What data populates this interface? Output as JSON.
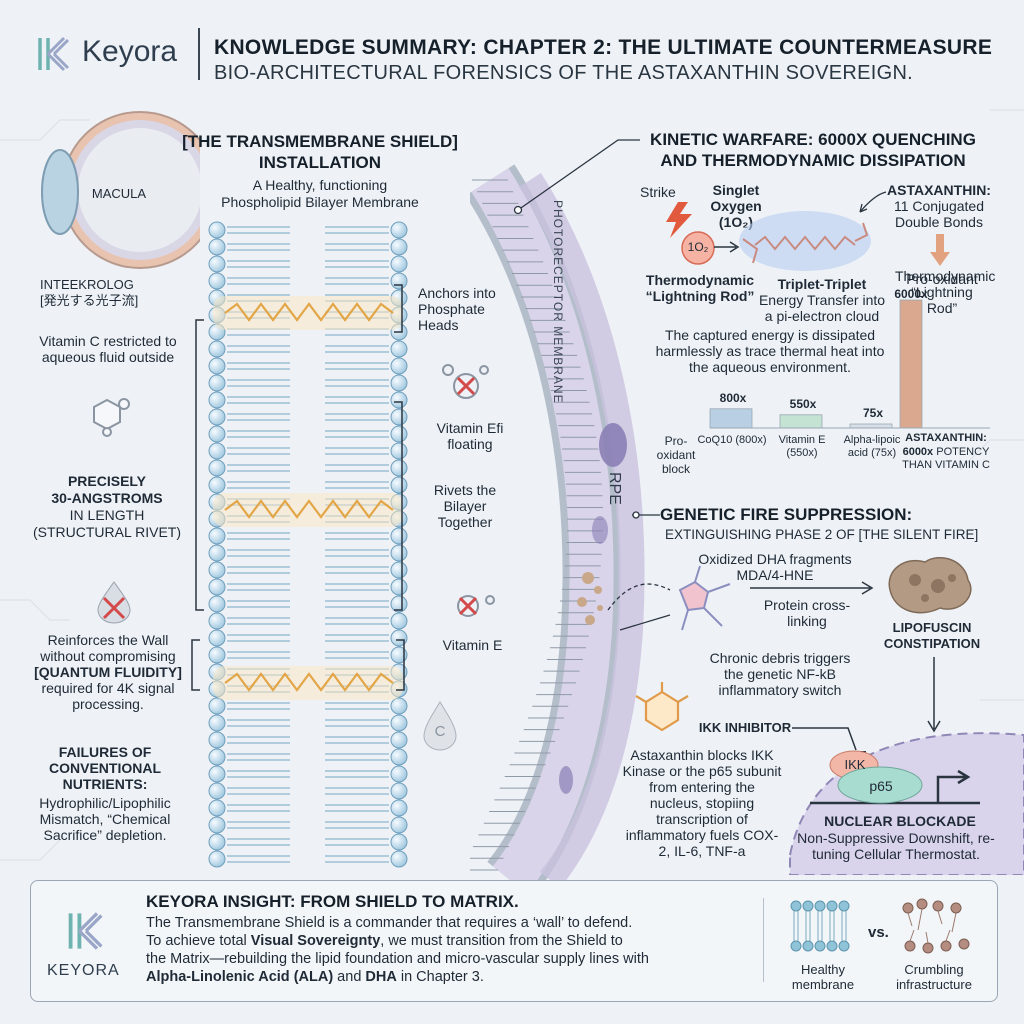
{
  "header": {
    "logo_text": "Keyora",
    "title": "KNOWLEDGE SUMMARY: CHAPTER 2: THE ULTIMATE COUNTERMEASURE",
    "subtitle": "BIO-ARCHITECTURAL FORENSICS OF THE ASTAXANTHIN SOVEREIGN."
  },
  "left": {
    "eye_label": "MACULA",
    "intekrolog": "INTEEKROLOG",
    "japanese": "[発光する光子流]",
    "vitamin_c": "Vitamin C restricted to aqueous fluid outside",
    "precisely_1": "PRECISELY",
    "precisely_2": "30-ANGSTROMS",
    "precisely_3": "IN LENGTH",
    "precisely_4": "(STRUCTURAL RIVET)",
    "reinforces_1": "Reinforces the Wall without compromising",
    "reinforces_2": "[QUANTUM FLUIDITY]",
    "reinforces_3": "required for 4K signal processing.",
    "failures_title": "FAILURES OF CONVENTIONAL NUTRIENTS:",
    "failures_body": "Hydrophilic/Lipophilic Mismatch, “Chemical Sacrifice” depletion."
  },
  "membrane": {
    "title_1": "[THE TRANSMEMBRANE SHIELD]",
    "title_2": "INSTALLATION",
    "subtitle_1": "A Healthy, functioning",
    "subtitle_2": "Phospholipid Bilayer Membrane",
    "anchors": "Anchors into Phosphate Heads",
    "vitamin_e_floating": "Vitamin Eﬁ floating",
    "rivets": "Rivets the Bilayer Together",
    "vitamin_e": "Vitamin E",
    "c_drop": "C"
  },
  "photoreceptor": {
    "membrane_label": "PHOTORECEPTOR MEMBRANE",
    "rpe": "RPE"
  },
  "kinetic": {
    "title_1": "KINETIC WARFARE: 6000X QUENCHING",
    "title_2": "AND THERMODYNAMIC DISSIPATION",
    "strike": "Strike",
    "singlet": "Singlet Oxygen (1O₂)",
    "o2": "1O₂",
    "astax_label": "ASTAXANTHIN:",
    "bonds": "11 Conjugated Double Bonds",
    "thermo": "Thermodynamic “Lightning Rod”",
    "triplet_1": "Triplet-Triplet",
    "triplet_2": "Energy Transfer into a pi-electron cloud",
    "captured": "The captured energy is dissipated harmlessly as trace thermal heat into the aqueous environment.",
    "pro_oxidant": "Pro-oxidant",
    "pro_oxidant_block": "Pro-oxidant block",
    "potency_1": "ASTAXANTHIN:",
    "potency_2": "6000x",
    "potency_3": "POTENCY THAN VITAMIN C"
  },
  "chart_data": {
    "type": "bar",
    "categories": [
      "CoQ10 (800x)",
      "Vitamin E (550x)",
      "Alpha-lipoic acid (75x)",
      "Astaxanthin"
    ],
    "values": [
      800,
      550,
      75,
      6000
    ],
    "value_labels": [
      "800x",
      "550x",
      "75x",
      "6000x"
    ],
    "colors": [
      "#b9cfe3",
      "#c4e3d2",
      "#d7dee6",
      "#d9a88e"
    ]
  },
  "genetic": {
    "title": "GENETIC FIRE SUPPRESSION:",
    "subtitle": "EXTINGUISHING PHASE 2 OF [THE SILENT FIRE]",
    "oxidized": "Oxidized DHA fragments MDA/4-HNE",
    "protein": "Protein cross-linking",
    "lipofuscin": "LIPOFUSCIN CONSTIPATION",
    "chronic": "Chronic debris triggers the genetic NF-kB inflammatory switch",
    "ikk_inhibitor": "IKK INHIBITOR",
    "blocks": "Astaxanthin blocks IKK Kinase or the p65 subunit from entering the nucleus, stopiing transcription of inflammatory fuels COX-2, IL-6, TNF-a",
    "ikk": "IKK",
    "p65": "p65",
    "nuclear": "NUCLEAR BLOCKADE",
    "nuclear_body": "Non-Suppressive Downshift, re-tuning Cellular Thermostat."
  },
  "insight": {
    "logo_text": "KEYORA",
    "title": "KEYORA INSIGHT: FROM SHIELD TO MATRIX.",
    "line1": "The Transmembrane Shield is a commander that requires a ‘wall’ to defend.",
    "line2a": "To achieve total ",
    "line2b": "Visual Sovereignty",
    "line2c": ", we must transition from the Shield to",
    "line3": "the Matrix—rebuilding the lipid foundation and micro-vascular supply lines with",
    "line4a": "Alpha-Linolenic Acid (ALA)",
    "line4b": " and ",
    "line4c": "DHA",
    "line4d": " in Chapter 3.",
    "healthy": "Healthy membrane",
    "vs": "vs.",
    "crumbling": "Crumbling infrastructure"
  }
}
